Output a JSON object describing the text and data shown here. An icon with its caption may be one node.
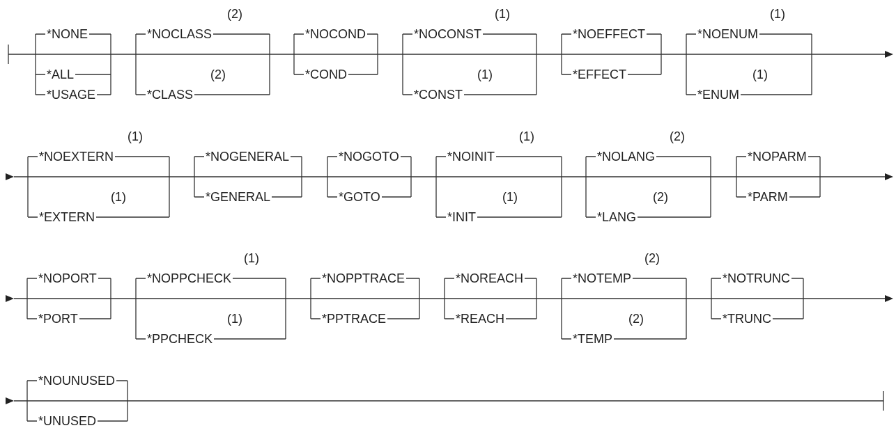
{
  "diagram": {
    "labels": [
      "*NONE",
      "*ALL",
      "*USAGE",
      "(2)",
      "*NOCLASS",
      "(2)",
      "*CLASS",
      "*NOCOND",
      "*COND",
      "(1)",
      "*NOCONST",
      "(1)",
      "*CONST",
      "*NOEFFECT",
      "*EFFECT",
      "(1)",
      "*NOENUM",
      "(1)",
      "*ENUM",
      "(1)",
      "*NOEXTERN",
      "(1)",
      "*EXTERN",
      "*NOGENERAL",
      "*GENERAL",
      "*NOGOTO",
      "*GOTO",
      "(1)",
      "*NOINIT",
      "(1)",
      "*INIT",
      "(2)",
      "*NOLANG",
      "(2)",
      "*LANG",
      "*NOPARM",
      "*PARM",
      "*NOPORT",
      "*PORT",
      "(1)",
      "*NOPPCHECK",
      "(1)",
      "*PPCHECK",
      "*NOPPTRACE",
      "*PPTRACE",
      "*NOREACH",
      "*REACH",
      "(2)",
      "*NOTEMP",
      "(2)",
      "*TEMP",
      "*NOTRUNC",
      "*TRUNC",
      "*NOUNUSED",
      "*UNUSED"
    ]
  }
}
